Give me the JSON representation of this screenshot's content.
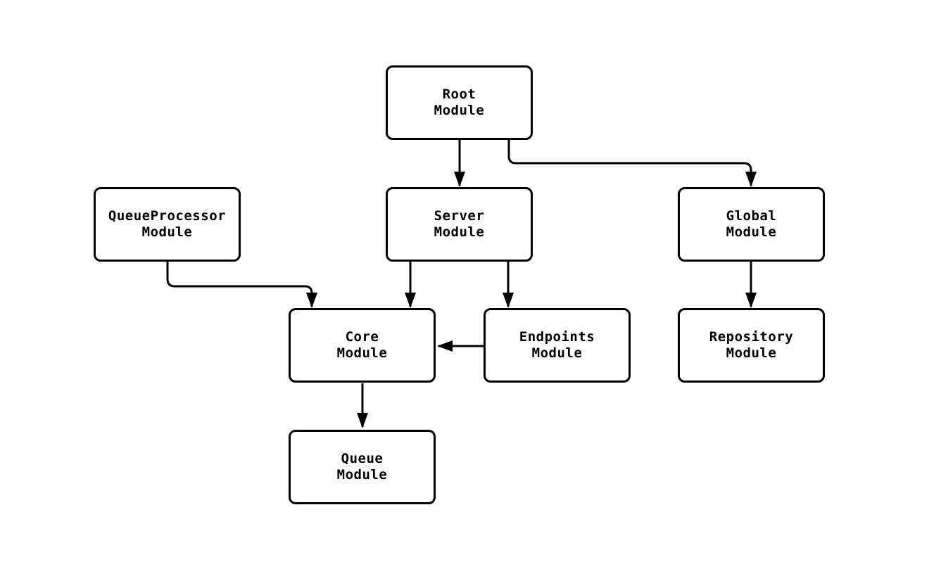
{
  "diagram": {
    "type": "flowchart",
    "direction": "top-down",
    "background_color": "#ffffff",
    "node_border_color": "#000000",
    "node_fill_color": "#ffffff",
    "edge_color": "#000000",
    "text_color": "#000000",
    "nodes": [
      {
        "id": "root",
        "label": "Root\nModule"
      },
      {
        "id": "queueprocessor",
        "label": "QueueProcessor\nModule"
      },
      {
        "id": "server",
        "label": "Server\nModule"
      },
      {
        "id": "global",
        "label": "Global\nModule"
      },
      {
        "id": "core",
        "label": "Core\nModule"
      },
      {
        "id": "endpoints",
        "label": "Endpoints\nModule"
      },
      {
        "id": "repository",
        "label": "Repository\nModule"
      },
      {
        "id": "queue",
        "label": "Queue\nModule"
      }
    ],
    "edges": [
      {
        "from": "root",
        "to": "server"
      },
      {
        "from": "root",
        "to": "global"
      },
      {
        "from": "queueprocessor",
        "to": "core"
      },
      {
        "from": "server",
        "to": "core"
      },
      {
        "from": "server",
        "to": "endpoints"
      },
      {
        "from": "endpoints",
        "to": "core"
      },
      {
        "from": "core",
        "to": "queue"
      },
      {
        "from": "global",
        "to": "repository"
      }
    ]
  }
}
